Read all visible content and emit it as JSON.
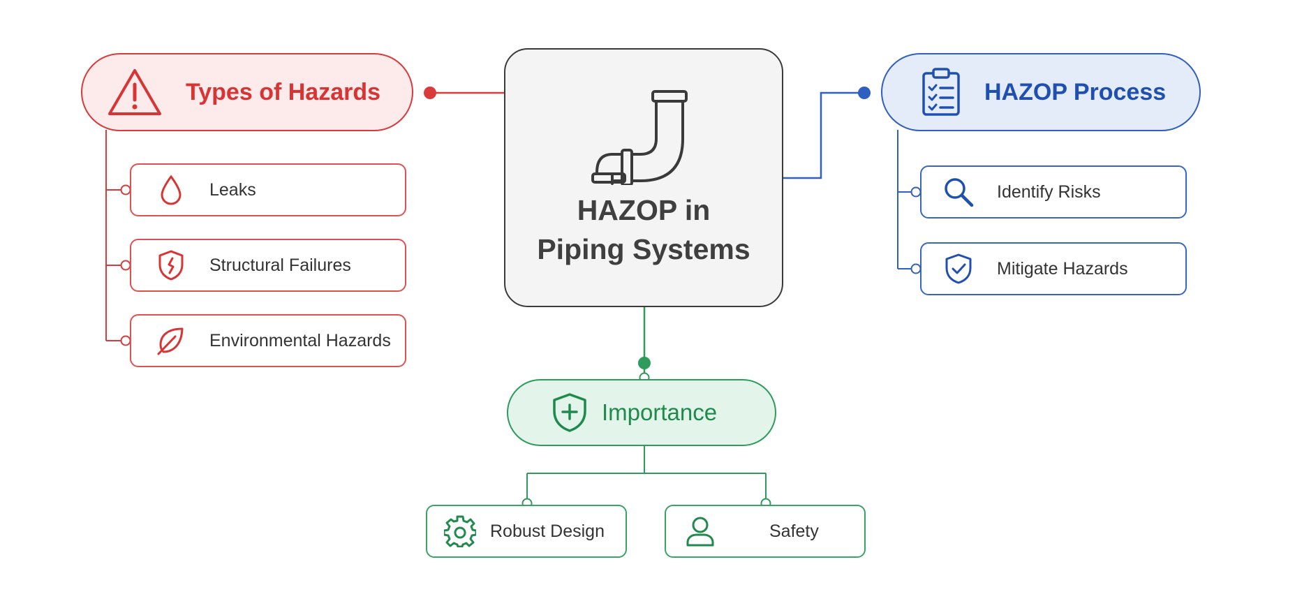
{
  "center": {
    "title_line1": "HAZOP in",
    "title_line2": "Piping Systems",
    "icon": "pipe-icon"
  },
  "branches": {
    "hazards": {
      "label": "Types of Hazards",
      "icon": "warning-triangle-icon",
      "color": "#d93434",
      "items": [
        {
          "label": "Leaks",
          "icon": "droplet-icon"
        },
        {
          "label": "Structural Failures",
          "icon": "cracked-shield-icon"
        },
        {
          "label": "Environmental Hazards",
          "icon": "leaf-icon"
        }
      ]
    },
    "process": {
      "label": "HAZOP Process",
      "icon": "clipboard-checklist-icon",
      "color": "#1f4fb0",
      "items": [
        {
          "label": "Identify Risks",
          "icon": "magnifier-icon"
        },
        {
          "label": "Mitigate Hazards",
          "icon": "shield-check-icon"
        }
      ]
    },
    "importance": {
      "label": "Importance",
      "icon": "shield-plus-icon",
      "color": "#1f8a4c",
      "items": [
        {
          "label": "Robust Design",
          "icon": "gear-icon"
        },
        {
          "label": "Safety",
          "icon": "person-icon"
        }
      ]
    }
  }
}
